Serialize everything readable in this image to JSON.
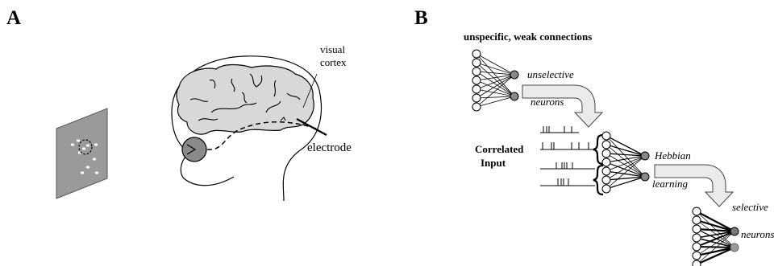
{
  "panel_a": {
    "letter": "A",
    "label_visual_cortex_line1": "visual",
    "label_visual_cortex_line2": "cortex",
    "label_electrode": "electrode"
  },
  "panel_b": {
    "letter": "B",
    "label_header": "unspecific, weak connections",
    "label_unselective": "unselective",
    "label_neurons_1": "neurons",
    "label_correlated_line1": "Correlated",
    "label_correlated_line2": "Input",
    "label_hebbian": "Hebbian",
    "label_learning": "learning",
    "label_selective": "selective",
    "label_neurons_2": "neurons"
  }
}
